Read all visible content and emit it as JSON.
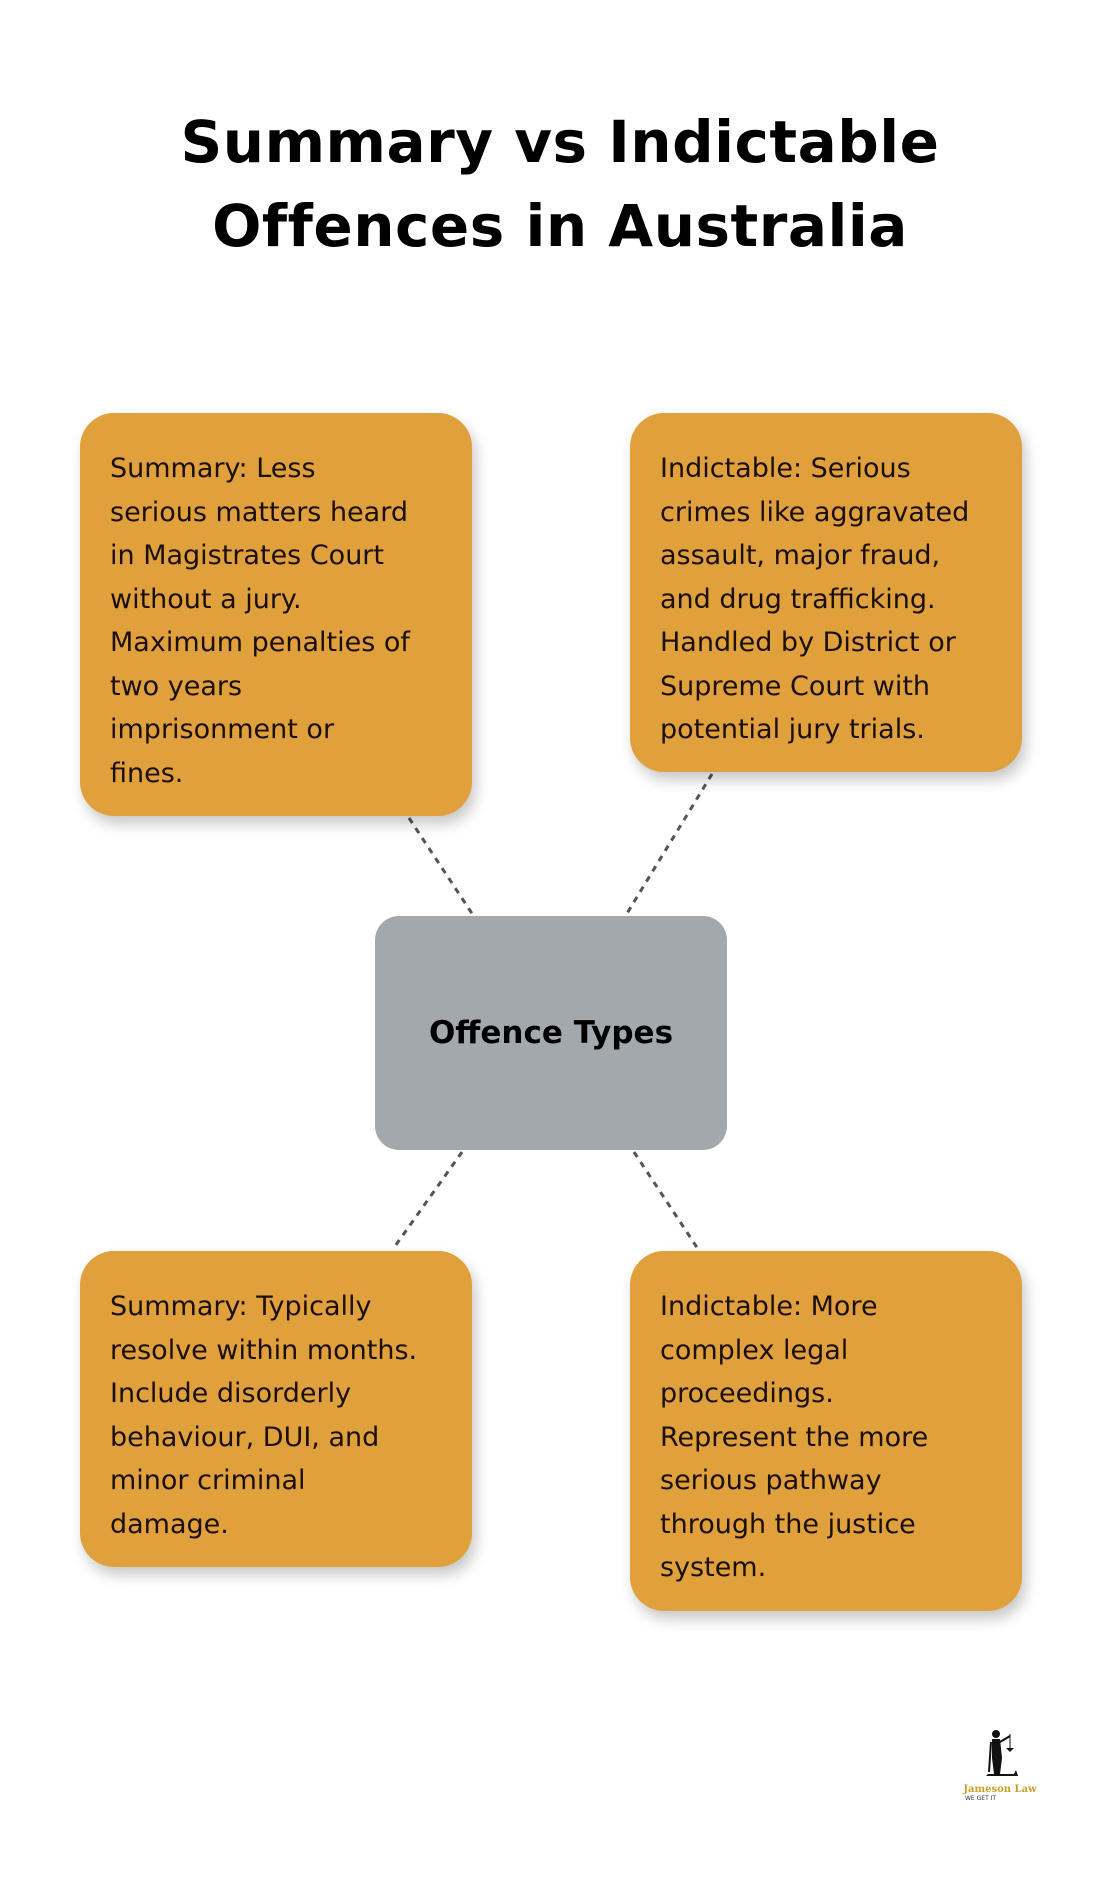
{
  "title": {
    "line1": "Summary vs Indictable",
    "line2": "Offences in Australia"
  },
  "center": {
    "label": "Offence Types"
  },
  "boxes": [
    {
      "lines": [
        "Summary: Less",
        "serious matters heard",
        "in Magistrates Court",
        "without a jury.",
        "Maximum penalties of",
        "two years",
        "imprisonment or",
        "fines."
      ]
    },
    {
      "lines": [
        "Indictable: Serious",
        "crimes like aggravated",
        "assault, major fraud,",
        "and drug trafficking.",
        "Handled by District or",
        "Supreme Court with",
        "potential jury trials."
      ]
    },
    {
      "lines": [
        "Summary: Typically",
        "resolve within months.",
        "Include disorderly",
        "behaviour, DUI, and",
        "minor criminal",
        "damage."
      ]
    },
    {
      "lines": [
        "Indictable: More",
        "complex legal",
        "proceedings.",
        "Represent the more",
        "serious pathway",
        "through the justice",
        "system."
      ]
    }
  ],
  "logo": {
    "name": "Jameson Law",
    "tagline": "WE GET IT"
  },
  "colors": {
    "box": "#E0A03C",
    "center": "#A3A8AD",
    "connector": "#555555"
  }
}
